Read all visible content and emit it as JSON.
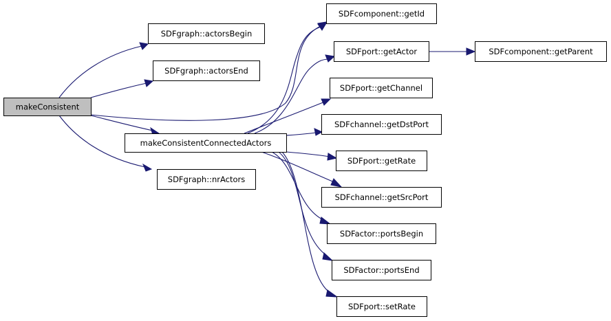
{
  "diagram": {
    "type": "call-graph",
    "colors": {
      "edge": "#191970",
      "root_fill": "#bfbfbf",
      "node_fill": "#ffffff",
      "node_border": "#000000"
    },
    "nodes": [
      {
        "id": "makeConsistent",
        "label": "makeConsistent",
        "root": true
      },
      {
        "id": "actorsBegin",
        "label": "SDFgraph::actorsBegin"
      },
      {
        "id": "actorsEnd",
        "label": "SDFgraph::actorsEnd"
      },
      {
        "id": "mcca",
        "label": "makeConsistentConnectedActors"
      },
      {
        "id": "nrActors",
        "label": "SDFgraph::nrActors"
      },
      {
        "id": "getId",
        "label": "SDFcomponent::getId"
      },
      {
        "id": "getActor",
        "label": "SDFport::getActor"
      },
      {
        "id": "getParent",
        "label": "SDFcomponent::getParent"
      },
      {
        "id": "getChannel",
        "label": "SDFport::getChannel"
      },
      {
        "id": "getDstPort",
        "label": "SDFchannel::getDstPort"
      },
      {
        "id": "getRate",
        "label": "SDFport::getRate"
      },
      {
        "id": "getSrcPort",
        "label": "SDFchannel::getSrcPort"
      },
      {
        "id": "portsBegin",
        "label": "SDFactor::portsBegin"
      },
      {
        "id": "portsEnd",
        "label": "SDFactor::portsEnd"
      },
      {
        "id": "setRate",
        "label": "SDFport::setRate"
      }
    ],
    "edges": [
      {
        "from": "makeConsistent",
        "to": "actorsBegin"
      },
      {
        "from": "makeConsistent",
        "to": "actorsEnd"
      },
      {
        "from": "makeConsistent",
        "to": "getId"
      },
      {
        "from": "makeConsistent",
        "to": "mcca"
      },
      {
        "from": "makeConsistent",
        "to": "nrActors"
      },
      {
        "from": "mcca",
        "to": "getId"
      },
      {
        "from": "mcca",
        "to": "getActor"
      },
      {
        "from": "mcca",
        "to": "getChannel"
      },
      {
        "from": "mcca",
        "to": "getDstPort"
      },
      {
        "from": "mcca",
        "to": "getRate"
      },
      {
        "from": "mcca",
        "to": "getSrcPort"
      },
      {
        "from": "mcca",
        "to": "portsBegin"
      },
      {
        "from": "mcca",
        "to": "portsEnd"
      },
      {
        "from": "mcca",
        "to": "setRate"
      },
      {
        "from": "getActor",
        "to": "getParent"
      }
    ]
  }
}
